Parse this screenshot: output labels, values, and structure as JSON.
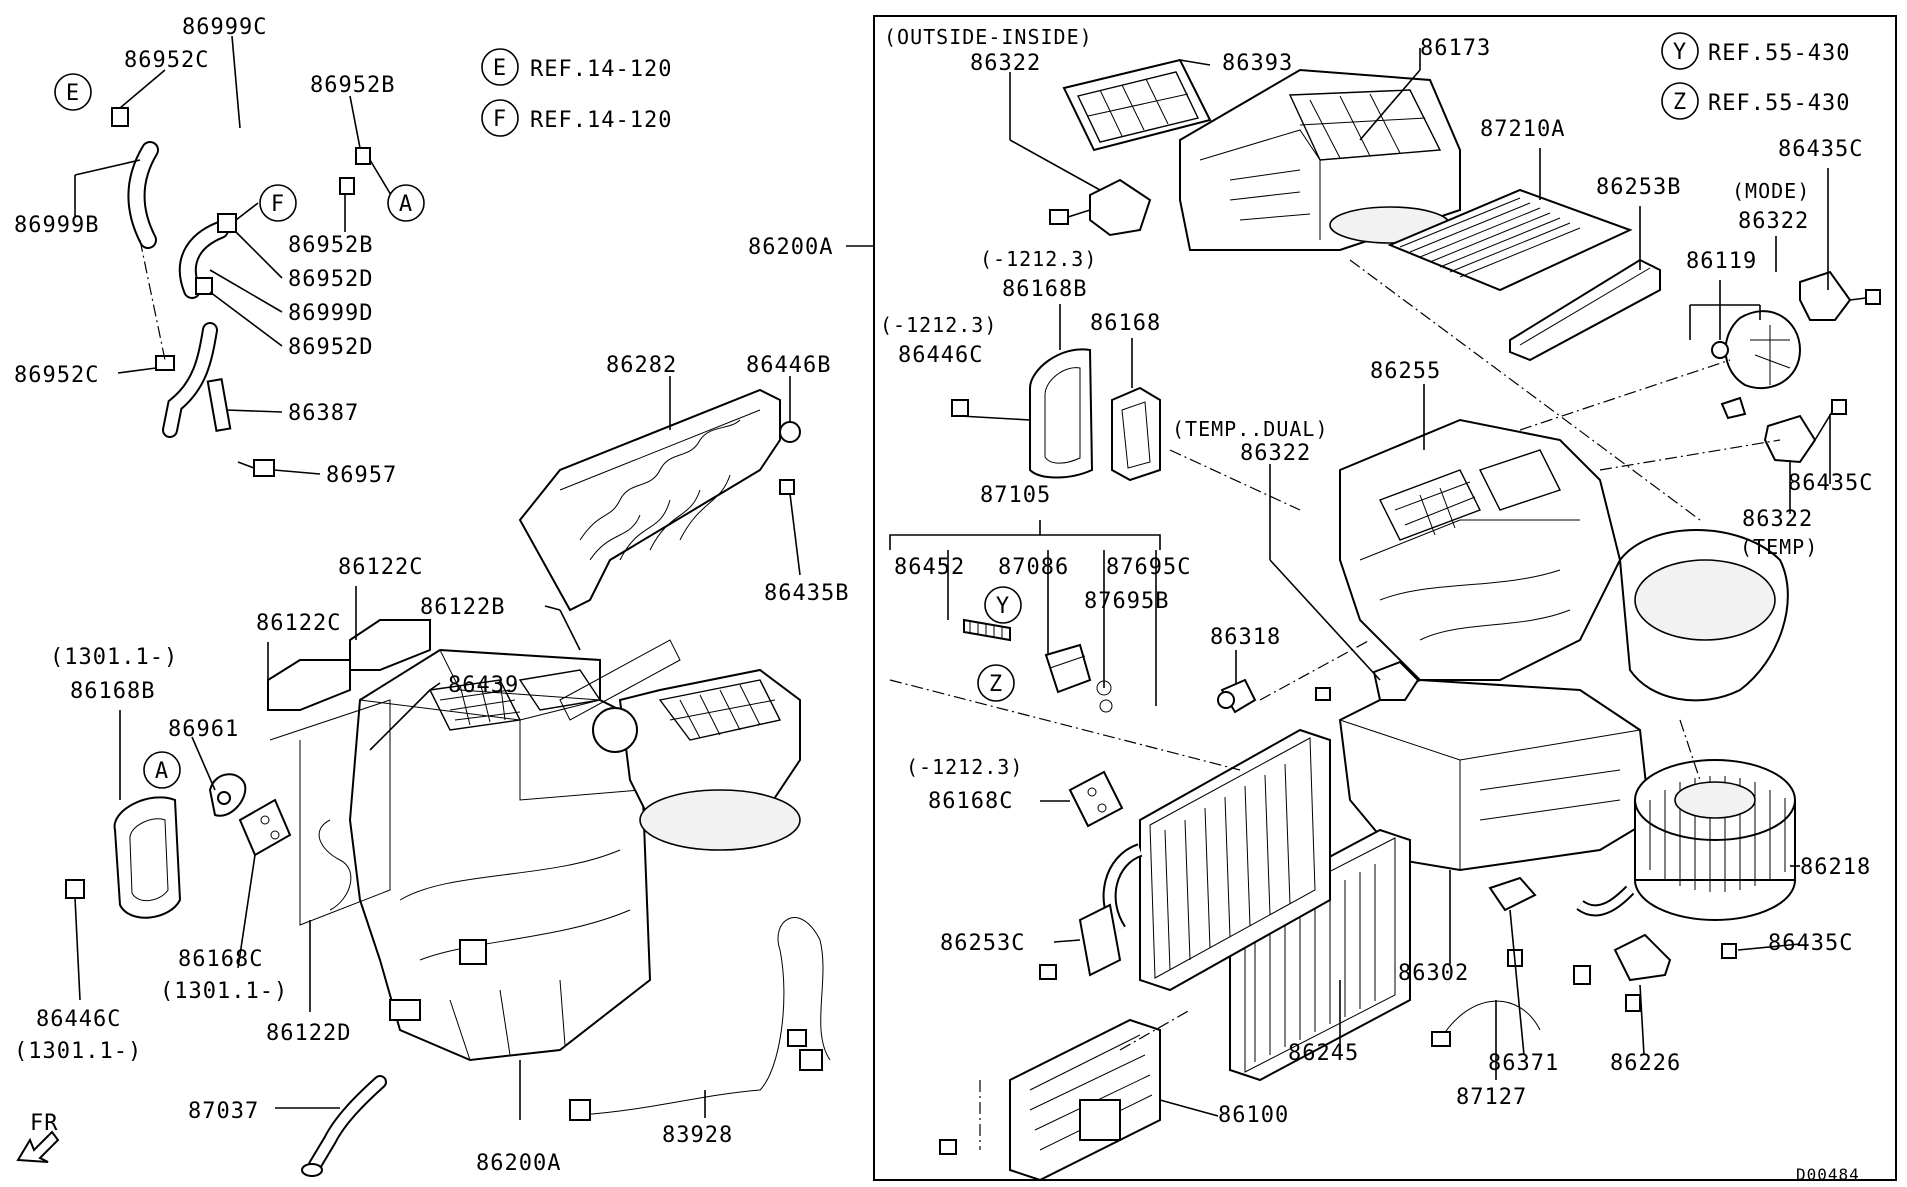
{
  "references": [
    {
      "letter": "E",
      "text": "REF.14-120"
    },
    {
      "letter": "F",
      "text": "REF.14-120"
    },
    {
      "letter": "Y",
      "text": "REF.55-430"
    },
    {
      "letter": "Z",
      "text": "REF.55-430"
    }
  ],
  "callouts": {
    "a_left": "A",
    "a_top": "A",
    "e_top": "E",
    "f_top": "F",
    "y_mid": "Y",
    "z_mid": "Z"
  },
  "labels": {
    "p86999C": "86999C",
    "p86952C_top": "86952C",
    "p86952B_top": "86952B",
    "p86999B": "86999B",
    "p86952B_mid": "86952B",
    "p86952D_a": "86952D",
    "p86999D": "86999D",
    "p86952D_b": "86952D",
    "p86952C_bot": "86952C",
    "p86387": "86387",
    "p86957": "86957",
    "p86282": "86282",
    "p86446B": "86446B",
    "p86435B": "86435B",
    "p86122C_a": "86122C",
    "p86122C_b": "86122C",
    "p86122B": "86122B",
    "p86439": "86439",
    "p86961": "86961",
    "note_1301_a": "(1301.1-)",
    "p86168B_left": "86168B",
    "p86168C_left": "86168C",
    "note_1301_b": "(1301.1-)",
    "p86122D": "86122D",
    "p86446C_left": "86446C",
    "note_1301_c": "(1301.1-)",
    "p87037": "87037",
    "p86200A_bot": "86200A",
    "p83928": "83928",
    "fr": "FR",
    "p86200A_side": "86200A",
    "note_outside_inside": "(OUTSIDE-INSIDE)",
    "p86322_top": "86322",
    "p86393": "86393",
    "p86173": "86173",
    "p87210A": "87210A",
    "p86253B": "86253B",
    "p86435C_top": "86435C",
    "note_mode": "(MODE)",
    "p86322_mode": "86322",
    "p86119": "86119",
    "note_1212_a": "(-1212.3)",
    "p86168B_mid": "86168B",
    "note_1212_b": "(-1212.3)",
    "p86446C_mid": "86446C",
    "p86168": "86168",
    "note_temp_dual": "(TEMP..DUAL)",
    "p86322_dual": "86322",
    "p86255": "86255",
    "p86435C_mid": "86435C",
    "p86322_temp": "86322",
    "note_temp": "(TEMP)",
    "p87105": "87105",
    "p86452": "86452",
    "p87086": "87086",
    "p87695C": "87695C",
    "p87695B": "87695B",
    "p86318": "86318",
    "note_1212_c": "(-1212.3)",
    "p86168C_mid": "86168C",
    "p86218": "86218",
    "p86435C_bot": "86435C",
    "p86253C": "86253C",
    "p86302": "86302",
    "p86245": "86245",
    "p86371": "86371",
    "p86226": "86226",
    "p87127": "87127",
    "p86100": "86100",
    "diagram_id": "D00484"
  }
}
